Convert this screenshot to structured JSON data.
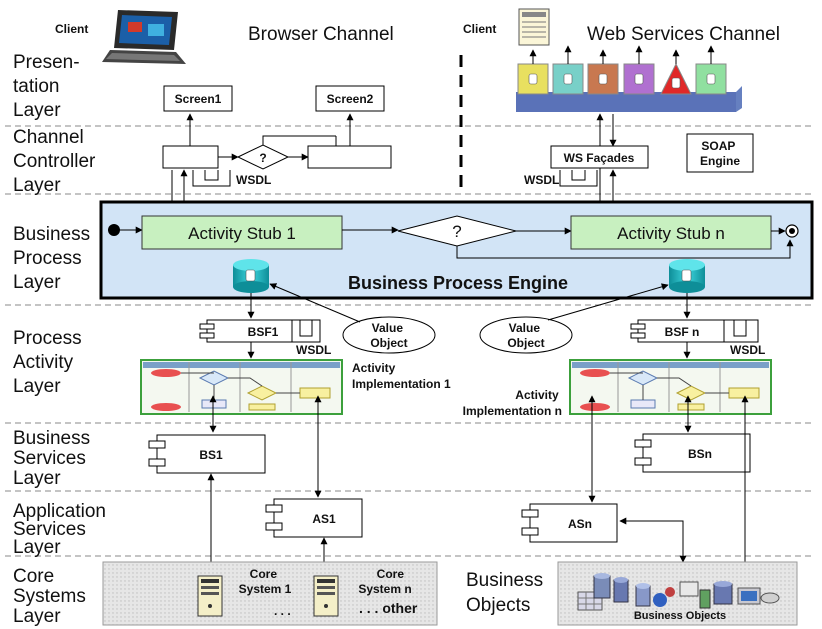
{
  "channels": {
    "browser": "Browser Channel",
    "web_services": "Web Services Channel",
    "client_left": "Client",
    "client_right": "Client"
  },
  "layers": {
    "presentation": [
      "Presen-",
      "tation",
      "Layer"
    ],
    "channel_controller": [
      "Channel",
      "Controller",
      "Layer"
    ],
    "business_process": [
      "Business",
      "Process",
      "Layer"
    ],
    "process_activity": [
      "Process",
      "Activity",
      "Layer"
    ],
    "business_services": [
      "Business",
      "Services",
      "Layer"
    ],
    "application_services": [
      "Application",
      "Services",
      "Layer"
    ],
    "core_systems": [
      "Core",
      "Systems",
      "Layer"
    ]
  },
  "presentation": {
    "screen1": "Screen1",
    "screen2": "Screen2"
  },
  "controller": {
    "decision": "?",
    "wsdl_left": "WSDL",
    "ws_facades": "WS Façades",
    "soap_engine": [
      "SOAP",
      "Engine"
    ],
    "wsdl_right": "WSDL"
  },
  "process": {
    "stub1": "Activity Stub 1",
    "stubn": "Activity Stub n",
    "decision": "?",
    "engine": "Business Process Engine"
  },
  "activity": {
    "bsf1": "BSF1",
    "bsfn": "BSF n",
    "wsdl_left": "WSDL",
    "wsdl_right": "WSDL",
    "value_object_left": [
      "Value",
      "Object"
    ],
    "value_object_right": [
      "Value",
      "Object"
    ],
    "impl1": [
      "Activity",
      "Implementation 1"
    ],
    "impln": [
      "Activity",
      "Implementation n"
    ]
  },
  "services": {
    "bs1": "BS1",
    "bsn": "BSn",
    "as1": "AS1",
    "asn": "ASn"
  },
  "core": {
    "system1": [
      "Core",
      "System 1"
    ],
    "systemn": [
      "Core",
      "System n"
    ],
    "dots1": ". . .",
    "dotsn": ". . . other",
    "business_objects_label": [
      "Business",
      "Objects"
    ],
    "business_objects_caption": "Business Objects"
  },
  "colors": {
    "stub_fill": "#c8f0c0",
    "engine_fill": "#d2e4f6",
    "cylinder": "#18b6c2",
    "panel": "#e8e8e8"
  }
}
